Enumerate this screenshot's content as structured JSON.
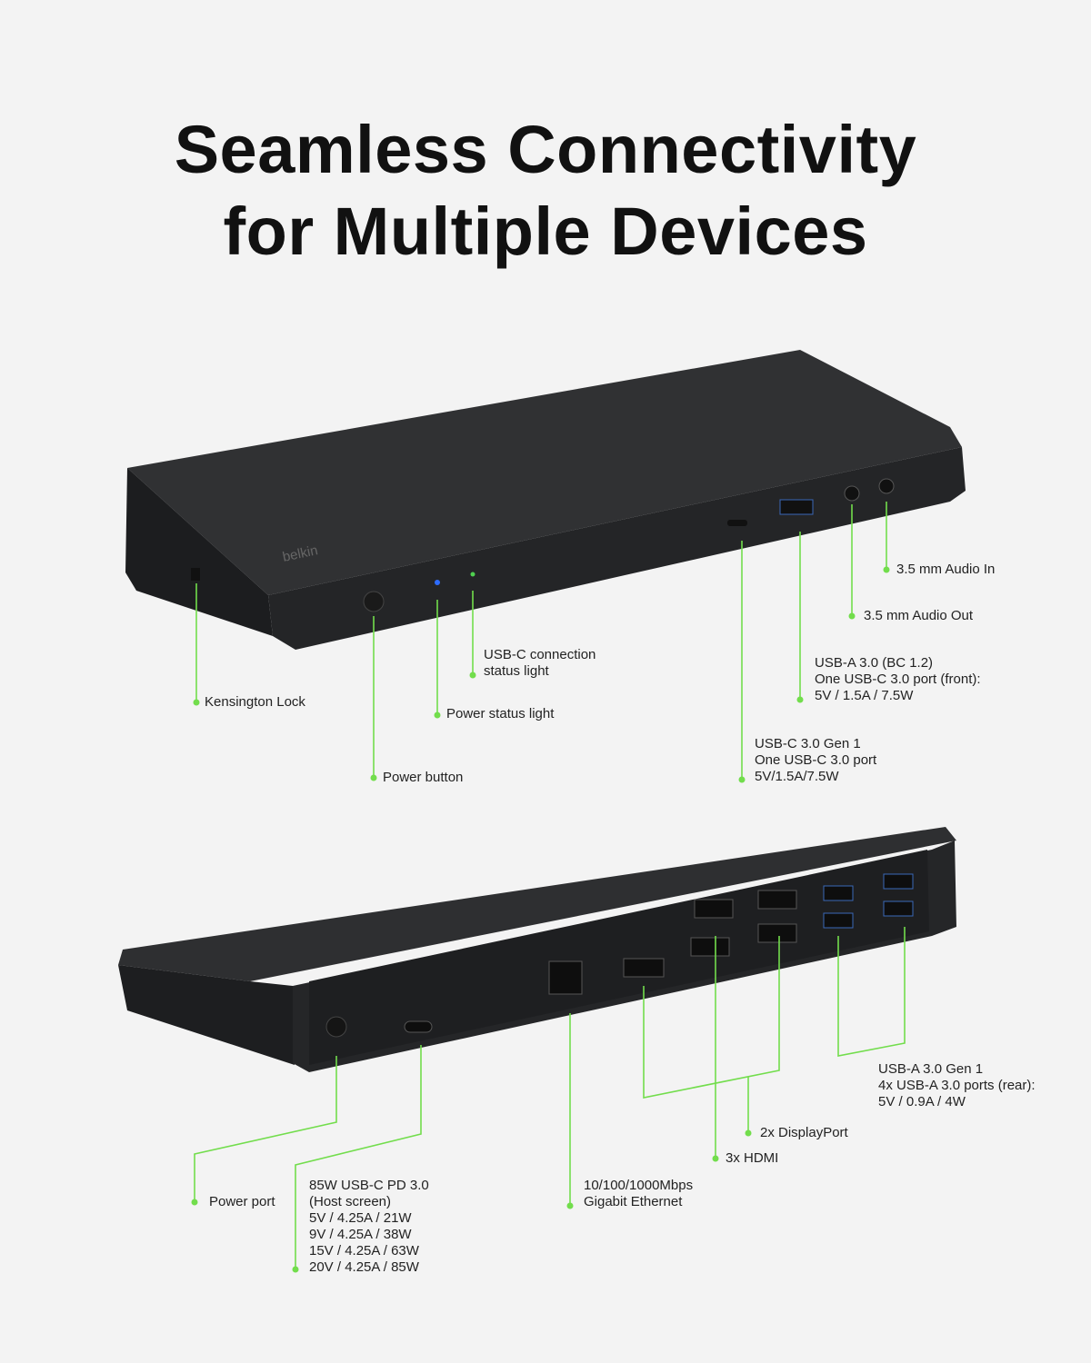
{
  "title": [
    "Seamless Connectivity",
    "for Multiple Devices"
  ],
  "brand_logo": "belkin",
  "accent_color": "#72dd4c",
  "device_color": "#2a2b2d",
  "front_callouts": {
    "kensington": "Kensington Lock",
    "power_button": "Power button",
    "power_light": "Power status light",
    "usbc_light": [
      "USB-C connection",
      "status light"
    ],
    "usbc_front": [
      "USB-C 3.0 Gen 1",
      "One USB-C 3.0 port",
      "5V/1.5A/7.5W"
    ],
    "usba_front": [
      "USB-A 3.0 (BC 1.2)",
      "One USB-C 3.0 port (front):",
      "5V / 1.5A / 7.5W"
    ],
    "audio_out": "3.5 mm Audio Out",
    "audio_in": "3.5 mm Audio In"
  },
  "rear_callouts": {
    "power_port": "Power port",
    "usbc_pd": [
      "85W USB-C PD 3.0",
      "(Host screen)",
      "5V / 4.25A / 21W",
      "9V / 4.25A / 38W",
      "15V / 4.25A / 63W",
      "20V / 4.25A / 85W"
    ],
    "ethernet": [
      "10/100/1000Mbps",
      "Gigabit Ethernet"
    ],
    "hdmi": "3x HDMI",
    "displayport": "2x DisplayPort",
    "usba_rear": [
      "USB-A 3.0 Gen 1",
      "4x USB-A 3.0 ports (rear):",
      "5V / 0.9A / 4W"
    ]
  }
}
